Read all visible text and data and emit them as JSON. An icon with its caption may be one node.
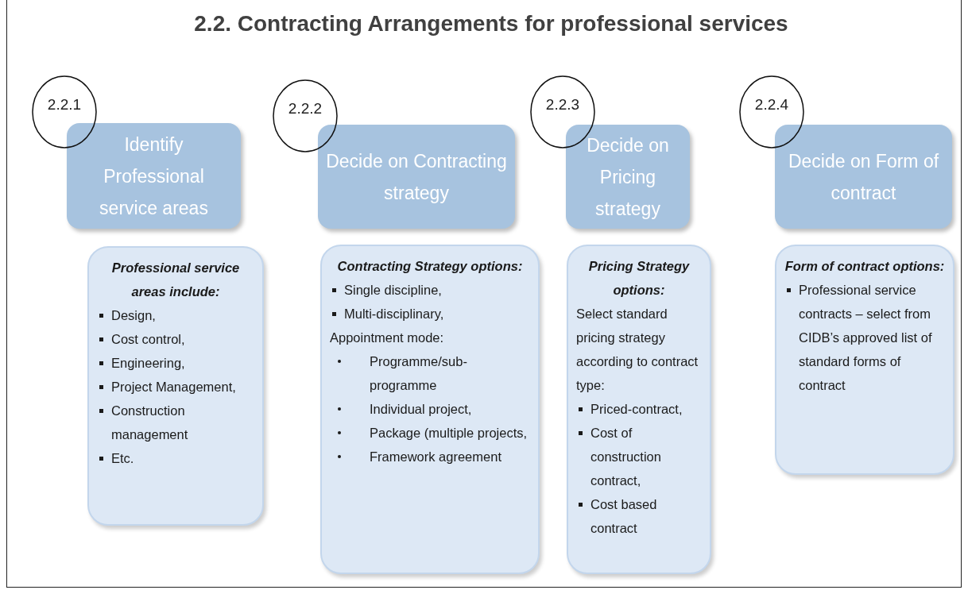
{
  "diagram": {
    "title": "2.2. Contracting Arrangements for professional services",
    "nodes": [
      {
        "text": [
          "2.2.1"
        ]
      },
      {
        "text": [
          "Identify Professional service areas"
        ]
      },
      {
        "text": [
          "2.2.2"
        ]
      },
      {
        "text": [
          "Decide on Contracting strategy"
        ]
      },
      {
        "text": [
          "2.2.3"
        ]
      },
      {
        "text": [
          "Decide on Pricing strategy"
        ]
      },
      {
        "text": [
          "2.2.4"
        ]
      },
      {
        "text": [
          "Decide on Form of contract"
        ]
      },
      {
        "text": [
          "Professional service areas include:",
          "Design,",
          "Cost control,",
          "Engineering,",
          "Project Management,",
          "Construction management",
          "Etc."
        ]
      },
      {
        "text": [
          "Contracting Strategy options:",
          "Single discipline,",
          "Multi-disciplinary,",
          "Appointment mode:",
          "Programme/sub-programme",
          "Individual project,",
          "Package (multiple projects,",
          "Framework agreement"
        ]
      },
      {
        "text": [
          "Pricing Strategy options:",
          "Select standard pricing strategy according to contract type:",
          "Priced-contract,",
          "Cost of construction contract,",
          "Cost based contract"
        ]
      },
      {
        "text": [
          "Form of contract options:",
          "Professional service contracts – select from CIDB’s approved list of standard forms of contract"
        ]
      }
    ],
    "edges": []
  }
}
